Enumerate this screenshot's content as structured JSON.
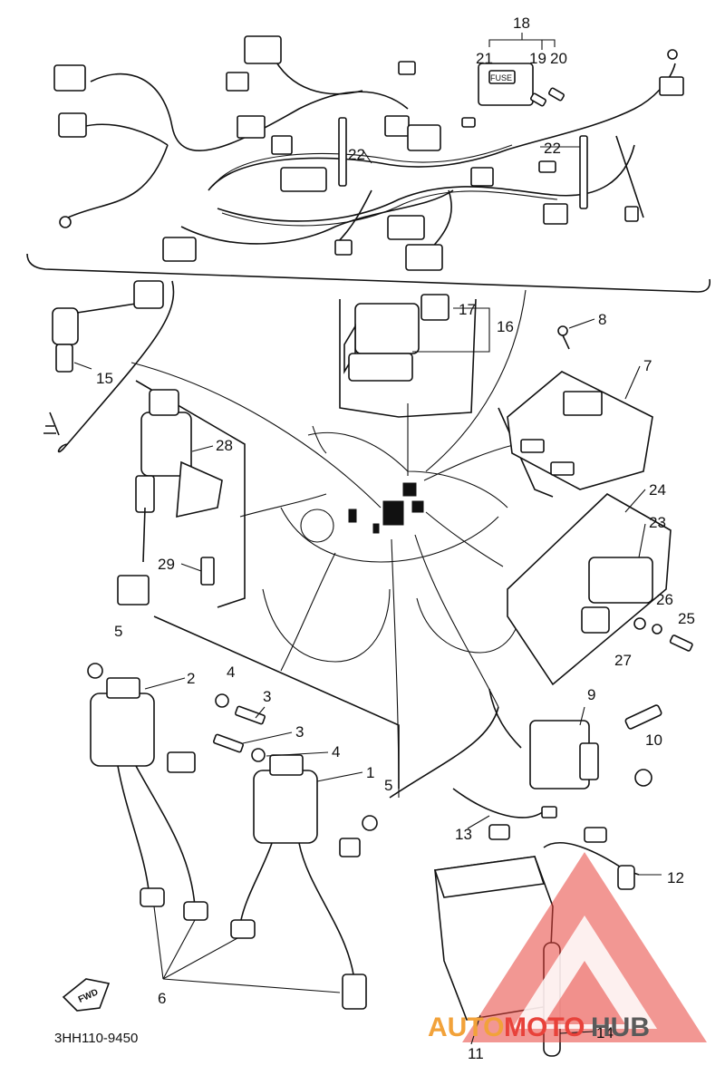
{
  "diagram_code": "3HH110-9450",
  "fwd_label": "FWD",
  "callouts": [
    "1",
    "2",
    "3",
    "3",
    "4",
    "4",
    "5",
    "5",
    "6",
    "7",
    "8",
    "9",
    "10",
    "11",
    "12",
    "13",
    "14",
    "15",
    "16",
    "17",
    "18",
    "19",
    "20",
    "21",
    "22",
    "22",
    "23",
    "24",
    "25",
    "26",
    "27",
    "28",
    "29"
  ],
  "watermark": {
    "part1": "AUTO",
    "part2": "MOTO",
    "part3": "HUB",
    "colors": {
      "auto": "#f2a23a",
      "moto": "#e8423a",
      "hub": "#5a5a5a"
    }
  },
  "colors": {
    "line": "#111111",
    "background": "#ffffff"
  }
}
